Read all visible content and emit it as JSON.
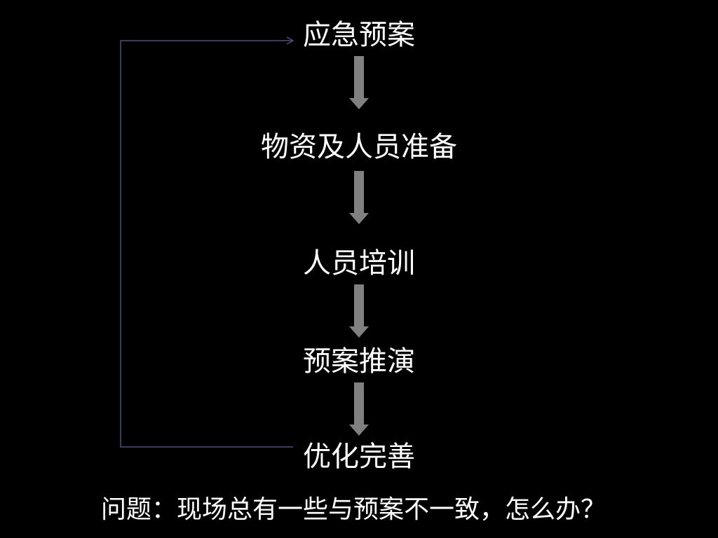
{
  "colors": {
    "background": "#000000",
    "text": "#ffffff",
    "arrow": "#808080",
    "loop_line": "#4a4f7a"
  },
  "flow": {
    "steps": [
      {
        "label": "应急预案"
      },
      {
        "label": "物资及人员准备"
      },
      {
        "label": "人员培训"
      },
      {
        "label": "预案推演"
      },
      {
        "label": "优化完善"
      }
    ]
  },
  "question": {
    "text": "问题：现场总有一些与预案不一致，怎么办？"
  }
}
